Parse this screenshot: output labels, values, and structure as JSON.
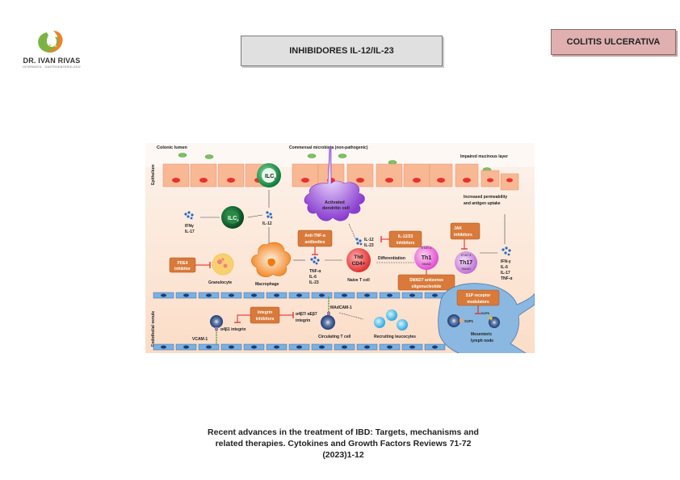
{
  "brand": {
    "name": "DR. IVAN RIVAS",
    "subtitle": "INTERNISTA · GASTROENTEROLOGO",
    "colors": {
      "green": "#7bb443",
      "orange": "#e8852a"
    }
  },
  "header": {
    "title": "INHIBIDORES IL-12/IL-23",
    "tag": "COLITIS ULCERATIVA"
  },
  "diagram": {
    "regions": {
      "colonic_lumen": "Colonic lumen",
      "commensal": "Commensal microbiota (non-pathogenic)",
      "impaired_layer": "Impaired mucinous layer",
      "epithelium": "Epithelium",
      "endothelial_venule": "Endothelial venule",
      "permeability": [
        "Increased permeability",
        "and antigen uptake"
      ]
    },
    "cells": {
      "ilc1": "ILC",
      "ilc1_sub": "1",
      "ilc3": "ILC",
      "ilc3_sub": "3",
      "dendritic": [
        "Activated",
        "dendritic cell"
      ],
      "macrophage": "Macrophage",
      "granulocyte": "Granulocyte",
      "naive_t": [
        "Th0",
        "CD4+"
      ],
      "naive_t_label": "Naive T cell",
      "th1": "Th1",
      "th17": "Th17",
      "stat4": "STAT-4",
      "smad": "SMAD",
      "circulating_t": "Circulating T cell",
      "recruiting": "Recruiting leucocytes",
      "lymphnode": [
        "Mesenteric",
        "lymph node"
      ]
    },
    "cytokines": {
      "ilc3_out": [
        "IFNγ",
        "IL-17"
      ],
      "il12": "IL-12",
      "macrophage_out": [
        "TNF-α",
        "IL-6",
        "IL-23"
      ],
      "dc_out": [
        "IL-12",
        "IL-23"
      ],
      "th_out": [
        "IFN-γ",
        "IL-6",
        "IL-17",
        "TNF-α"
      ]
    },
    "labels": {
      "differentiation": "Differentiation",
      "madcam": "MAdCAM-1",
      "vcam": "VCAM-1",
      "a4b1": "α4β1 integrin",
      "a4b7": [
        "α4β7/ αEβ7",
        "integrin"
      ],
      "s1p1": "S1P1",
      "s1p5": "S1P5"
    },
    "drugs": {
      "anti_tnf": [
        "Anti-TNF-α",
        "antibodies"
      ],
      "il1223": [
        "IL-12/23",
        "inhibitors"
      ],
      "jak": [
        "JAK",
        "inhibitors"
      ],
      "pde4": [
        "PDE4",
        "inhibitor"
      ],
      "smad7": [
        "SMAD7 antisense",
        "oligonucleotide"
      ],
      "integrin": [
        "Integrin",
        "inhibitors"
      ],
      "s1p": [
        "S1P receptor",
        "modulators"
      ]
    }
  },
  "caption": {
    "lines": [
      "Recent advances in the treatment of IBD: Targets, mechanisms and",
      "related therapies. Cytokines and Growth Factors Reviews 71-72",
      "(2023)1-12"
    ]
  }
}
